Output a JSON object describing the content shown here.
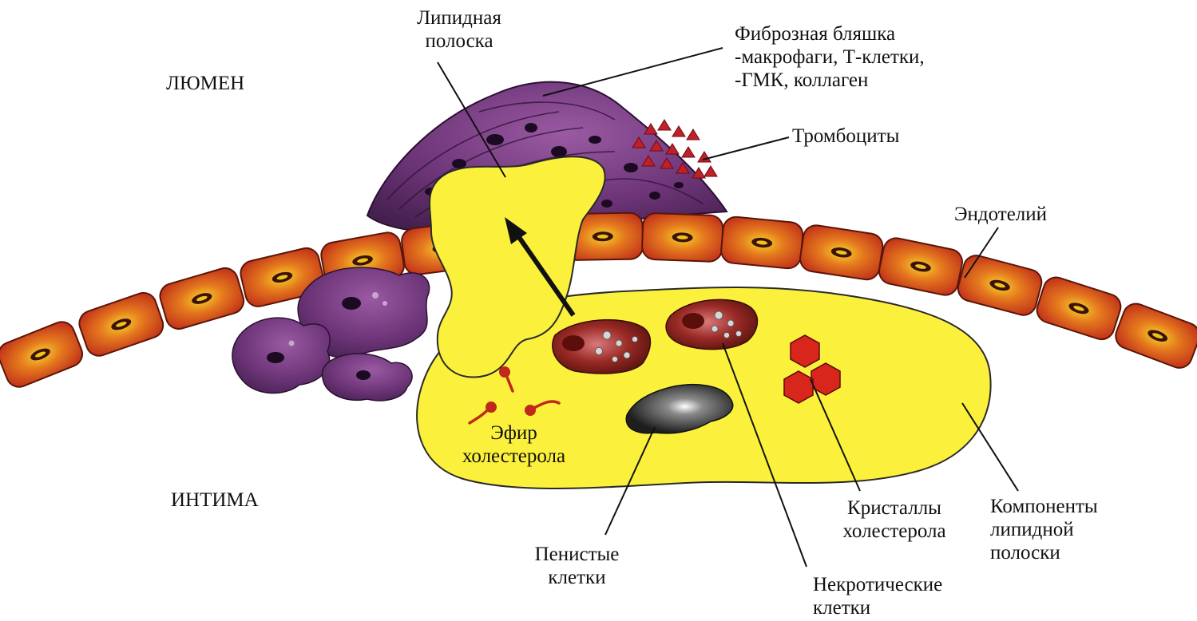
{
  "labels": {
    "lumen": "ЛЮМЕН",
    "intima": "ИНТИМА",
    "lipid_streak": [
      "Липидная",
      "полоска"
    ],
    "fibrous_plaque": [
      "Фиброзная бляшка",
      "-макрофаги, Т-клетки,",
      "-ГМК, коллаген"
    ],
    "platelets": "Тромбоциты",
    "endothelium": "Эндотелий",
    "cholesterol_ester": [
      "Эфир",
      "холестерола"
    ],
    "foam_cells": [
      "Пенистые",
      "клетки"
    ],
    "cholesterol_crystals": [
      "Кристаллы",
      "холестерола"
    ],
    "lipid_streak_components": [
      "Компоненты",
      "липидной",
      "полоски"
    ],
    "necrotic_cells": [
      "Некротические",
      "клетки"
    ]
  },
  "colors": {
    "endothelium_fill": "#d9461b",
    "endothelium_center": "#f1c21b",
    "endothelium_outline": "#5a1608",
    "plaque_purple": "#6d3578",
    "plaque_dark": "#3a1648",
    "lipid_yellow": "#fbf13c",
    "platelet_red": "#c0202a",
    "crystal_red": "#d8261c",
    "foam_cell": "#7a1a14"
  }
}
